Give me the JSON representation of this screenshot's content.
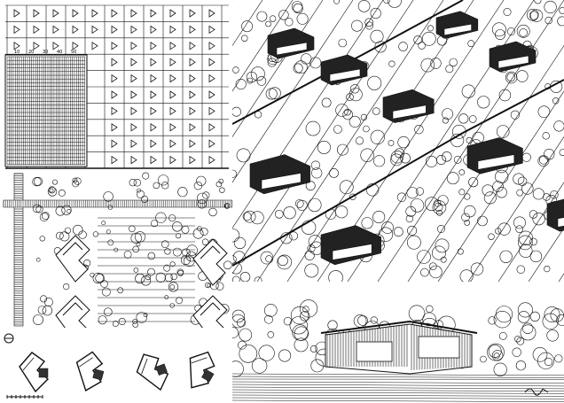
{
  "sheet": {
    "ink": "#111111",
    "paper": "#ffffff",
    "grid_scale_ticks": [
      "10",
      "20",
      "30",
      "40",
      "50"
    ],
    "panels": [
      {
        "id": "lot-grid-plan",
        "kind": "site grid with lot symbols"
      },
      {
        "id": "aerial-perspective",
        "kind": "aerial perspective of houses on lots"
      },
      {
        "id": "site-plan-enlarged",
        "kind": "enlarged site plan with trees"
      },
      {
        "id": "orientation-plans",
        "kind": "house plan orientation variants"
      },
      {
        "id": "house-perspective",
        "kind": "eye-level perspective of single house"
      }
    ]
  }
}
